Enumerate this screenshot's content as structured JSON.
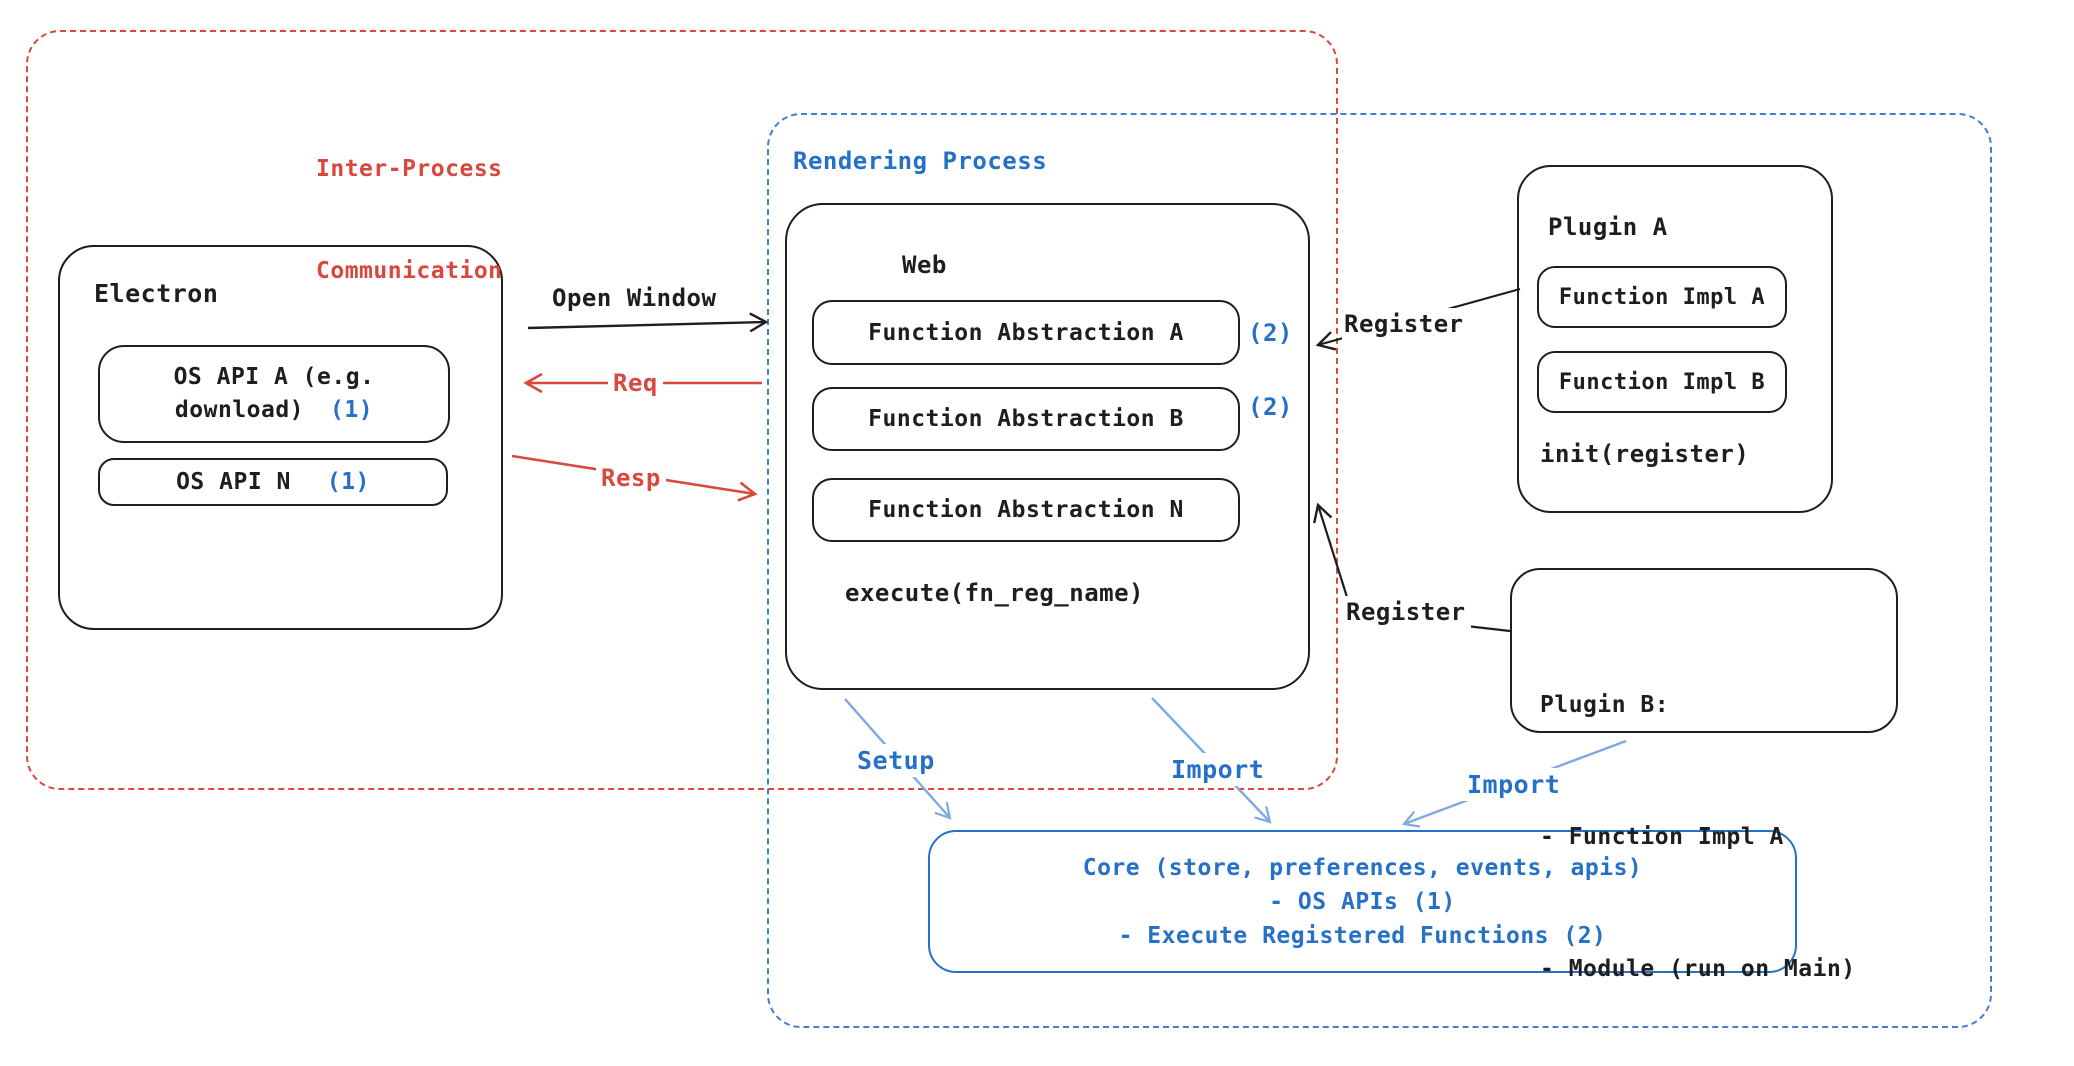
{
  "groups": {
    "ipc": {
      "label_line1": "Inter-Process",
      "label_line2": "Communication"
    },
    "rendering": {
      "label": "Rendering Process"
    }
  },
  "electron": {
    "title": "Electron",
    "os_api_a": {
      "line1": "OS API A (e.g.",
      "line2": "download)",
      "badge": "(1)"
    },
    "os_api_n": {
      "label": "OS API N",
      "badge": "(1)"
    }
  },
  "web": {
    "title": "Web",
    "abstractions": [
      {
        "label": "Function Abstraction A",
        "badge": "(2)"
      },
      {
        "label": "Function Abstraction B",
        "badge": "(2)"
      },
      {
        "label": "Function Abstraction N",
        "badge": ""
      }
    ],
    "execute": "execute(fn_reg_name)"
  },
  "plugin_a": {
    "title": "Plugin A",
    "impls": [
      {
        "label": "Function Impl A"
      },
      {
        "label": "Function Impl B"
      }
    ],
    "init": "init(register)"
  },
  "plugin_b": {
    "title": "Plugin B:",
    "items": [
      "- Function Impl A",
      "- Module (run on Main)"
    ]
  },
  "core": {
    "lines": [
      "Core (store, preferences, events, apis)",
      "- OS APIs (1)",
      "- Execute Registered Functions (2)"
    ]
  },
  "arrows": {
    "open_window": "Open Window",
    "req": "Req",
    "resp": "Resp",
    "register_1": "Register",
    "register_2": "Register",
    "setup": "Setup",
    "import_1": "Import",
    "import_2": "Import"
  },
  "colors": {
    "red": "#d9473d",
    "blue": "#2471c7",
    "light_blue": "#7ea9e0",
    "ink": "#1e1e1e"
  }
}
